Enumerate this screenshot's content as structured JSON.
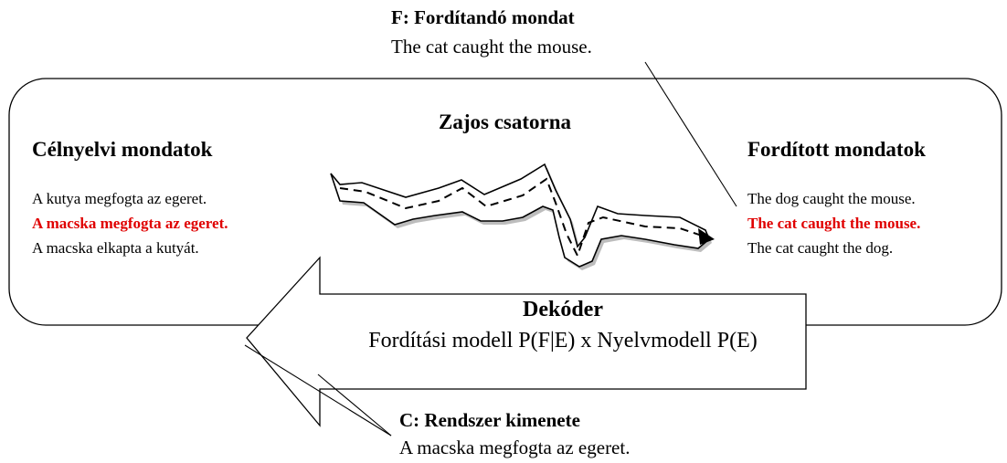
{
  "input_callout": {
    "title": "F: Fordítandó mondat",
    "sentence": "The cat caught the mouse."
  },
  "channel": {
    "title": "Zajos csatorna"
  },
  "target_sentences": {
    "title": "Célnyelvi mondatok",
    "items": [
      {
        "text": "A kutya megfogta az egeret.",
        "highlight": false
      },
      {
        "text": "A macska megfogta az egeret.",
        "highlight": true
      },
      {
        "text": "A macska elkapta a kutyát.",
        "highlight": false
      }
    ]
  },
  "translated_sentences": {
    "title": "Fordított mondatok",
    "items": [
      {
        "text": "The dog caught the mouse.",
        "highlight": false
      },
      {
        "text": "The cat caught the mouse.",
        "highlight": true
      },
      {
        "text": "The cat caught the dog.",
        "highlight": false
      }
    ]
  },
  "decoder": {
    "title": "Dekóder",
    "formula": "Fordítási modell P(F|E) x Nyelvmodell P(E)"
  },
  "output_callout": {
    "title": "C: Rendszer kimenete",
    "sentence": "A macska megfogta az egeret."
  },
  "colors": {
    "highlight": "#e00000",
    "stroke": "#000000",
    "channel_shadow": "#9a9a9a"
  }
}
